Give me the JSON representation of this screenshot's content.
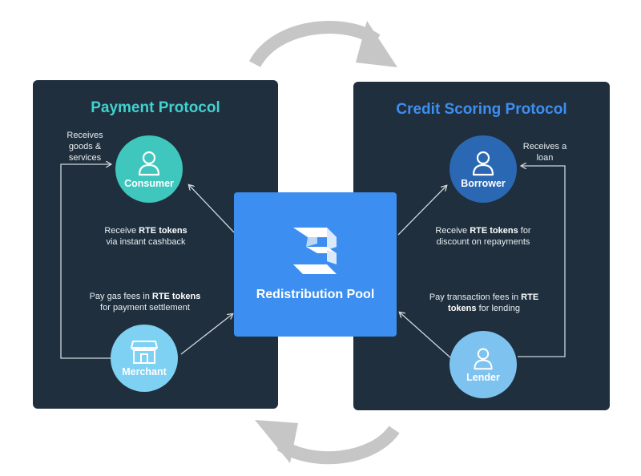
{
  "left_panel": {
    "title": "Payment Protocol",
    "consumer_label": "Consumer",
    "merchant_label": "Merchant",
    "receives_goods": [
      "Receives",
      "goods &",
      "services"
    ],
    "cashback": {
      "line1_pre": "Receive ",
      "line1_bold": "RTE tokens",
      "line2": "via instant cashback"
    },
    "gas_fees": {
      "line1_pre": "Pay gas fees in ",
      "line1_bold": "RTE tokens",
      "line2": "for payment settlement"
    }
  },
  "right_panel": {
    "title": "Credit Scoring Protocol",
    "borrower_label": "Borrower",
    "lender_label": "Lender",
    "receives_loan": [
      "Receives a",
      "loan"
    ],
    "discount": {
      "line1_pre": "Receive ",
      "line1_bold": "RTE tokens",
      "line1_post": " for",
      "line2": "discount on repayments"
    },
    "transaction_fees": {
      "line1_pre": "Pay transaction fees in ",
      "line1_bold": "RTE",
      "line2_bold": "tokens",
      "line2_post": " for lending"
    }
  },
  "center": {
    "pool_label": "Redistribution Pool",
    "logo_icon": "three-block-logo-icon"
  },
  "colors": {
    "panel_bg": "#1f2f3d",
    "left_title": "#41d2cf",
    "right_title": "#3e8ef2",
    "consumer": "#3fc6bd",
    "merchant": "#7ed1f2",
    "borrower": "#2b68b3",
    "lender": "#7ec3f0",
    "pool": "#3c8ff0",
    "cycle_arrow": "#c6c6c6"
  },
  "icons": {
    "consumer": "person-icon",
    "merchant": "storefront-icon",
    "borrower": "person-icon",
    "lender": "person-icon"
  }
}
